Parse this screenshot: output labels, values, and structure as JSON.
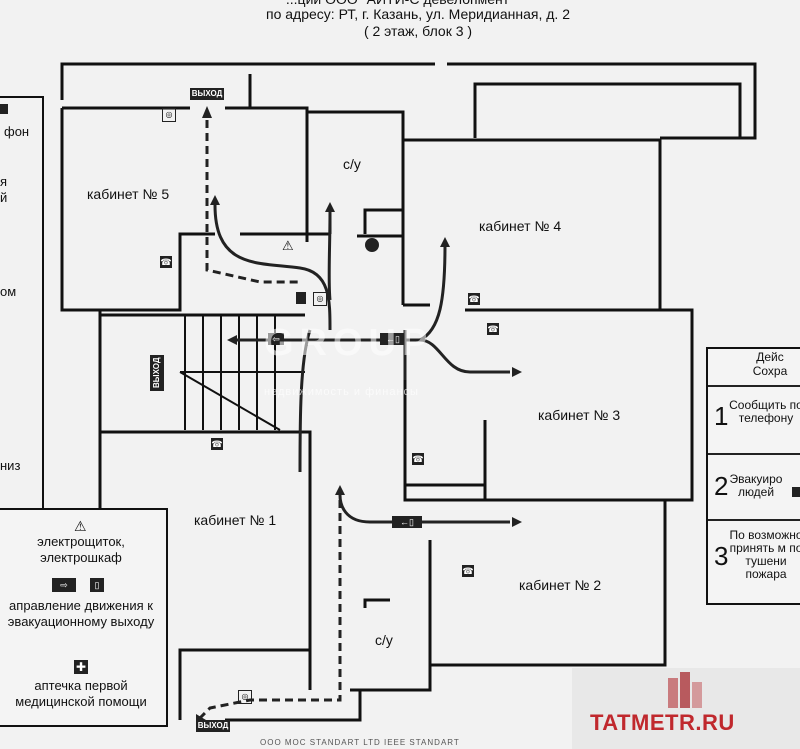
{
  "header": {
    "line1": "...ции ООО \"АЙТИ-С девелопмент\"",
    "line2": "по адресу: РТ, г. Казань, ул. Меридианная, д. 2",
    "line3": "( 2 этаж, блок 3 )"
  },
  "rooms": {
    "cab5": "кабинет № 5",
    "cab4": "кабинет № 4",
    "cab3": "кабинет № 3",
    "cab2": "кабинет № 2",
    "cab1": "кабинет № 1",
    "wc_top": "с/у",
    "wc_bottom": "с/у"
  },
  "exits": {
    "top": "ВЫХОД",
    "stair": "ВЫХОД",
    "bottom": "ВЫХОД"
  },
  "left_cut": {
    "a": "фон",
    "b": "я",
    "c": "й",
    "d": "ом",
    "e": "низ"
  },
  "legend": {
    "panel": "электрощиток, электрошкаф",
    "direction": "аправление движения к эвакуационному выходу",
    "aid": "аптечка первой медицинской помощи"
  },
  "actions": {
    "title_1": "Дейс",
    "title_2": "Сохра",
    "n1": "1",
    "t1": "Сообщить по телефону",
    "n2": "2",
    "t2": "Эвакуиро людей",
    "n3": "3",
    "t3": "По возможно принять м по тушени пожара"
  },
  "watermark": {
    "title": "GROUP",
    "sub": "недвижимость и финансы"
  },
  "brand": {
    "name": "TATMETR.RU"
  },
  "footer": {
    "text": "ООО МОС STANDART LTD IEEE STANDART"
  },
  "colors": {
    "wall": "#111111",
    "brand": "#c0282d",
    "background": "#f2f2f2"
  }
}
